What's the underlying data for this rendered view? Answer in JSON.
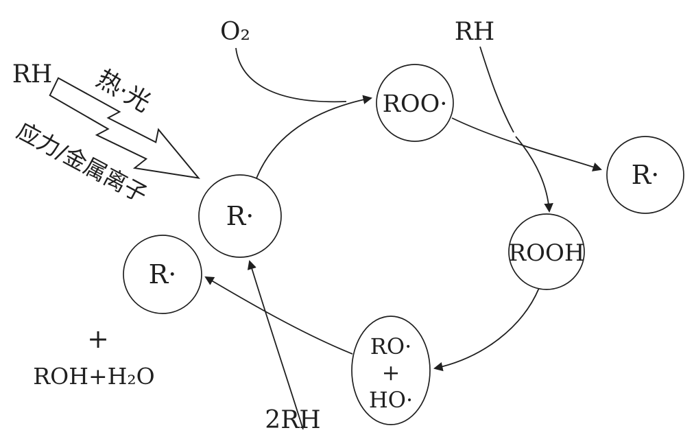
{
  "diagram": {
    "background": "#ffffff",
    "stroke_color": "#1f1f1f",
    "labels": {
      "o2": "O₂",
      "rh_top_right": "RH",
      "rh_top_left": "RH",
      "heat_light": "热·光",
      "stress_metal_ions": "应力/金属离子",
      "plus": "+",
      "byproducts": "ROH+H₂O",
      "two_rh": "2RH"
    },
    "nodes": {
      "r_radical_main": "R·",
      "roo_radical": "ROO·",
      "r_radical_right": "R·",
      "rooh": "ROOH",
      "ro_radical": "RO·",
      "plus": "+",
      "ho_radical": "HO·",
      "r_radical_lower_left": "R·"
    }
  }
}
